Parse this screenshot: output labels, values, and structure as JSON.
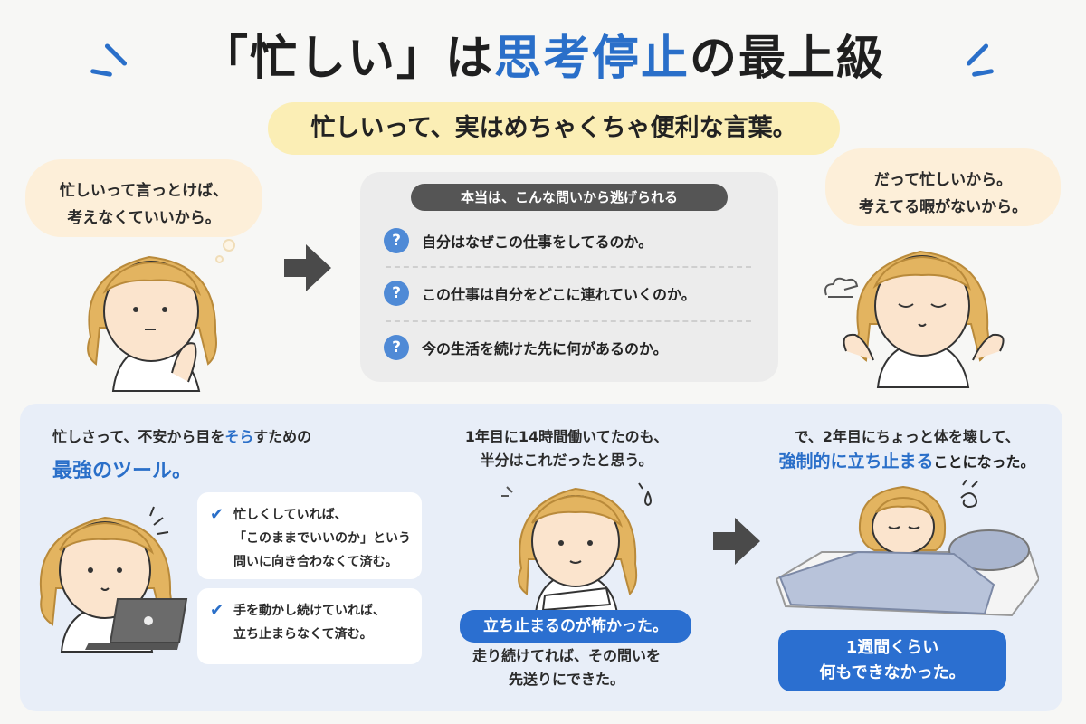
{
  "title": {
    "part1": "「忙しい」は",
    "highlight": "思考停止",
    "part2": "の最上級"
  },
  "subtitle": "忙しいって、実はめちゃくちゃ便利な言葉。",
  "left_bubble": {
    "line1": "忙しいって言っとけば、",
    "line2": "考えなくていいから。"
  },
  "right_bubble": {
    "line1": "だって忙しいから。",
    "line2": "考えてる暇がないから。"
  },
  "questions": {
    "header": "本当は、こんな問いから逃げられる",
    "icon": "?",
    "items": [
      "自分はなぜこの仕事をしてるのか。",
      "この仕事は自分をどこに連れていくのか。",
      "今の生活を続けた先に何があるのか。"
    ]
  },
  "section1": {
    "lead_a": "忙しさって、不安から目を",
    "lead_hl": "そら",
    "lead_b": "すための",
    "headline": "最強のツール。",
    "cards": [
      {
        "line1": "忙しくしていれば、",
        "line2": "「このままでいいのか」という",
        "line3": "問いに向き合わなくて済む。"
      },
      {
        "line1": "手を動かし続けていれば、",
        "line2": "立ち止まらなくて済む。"
      }
    ]
  },
  "section2": {
    "line1": "1年目に14時間働いてたのも、",
    "line2": "半分はこれだったと思う。",
    "pill": "立ち止まるのが怖かった。",
    "after1": "走り続けてれば、その問いを",
    "after2": "先送りにできた。"
  },
  "section3": {
    "line1": "で、2年目にちょっと体を壊して、",
    "hl": "強制的に立ち止まる",
    "rest": "ことになった。",
    "pill1": "1週間くらい",
    "pill2": "何もできなかった。"
  },
  "colors": {
    "accent": "#2a6fc9",
    "yellow_band": "#fbeeb5",
    "bubble": "#fdefd9",
    "panel": "#e8eef8",
    "hair": "#e3b460"
  },
  "icons": [
    "question-icon",
    "check-icon",
    "arrow-right-icon",
    "laptop-icon",
    "sweat-icon",
    "dizzy-icon",
    "sigh-icon"
  ]
}
